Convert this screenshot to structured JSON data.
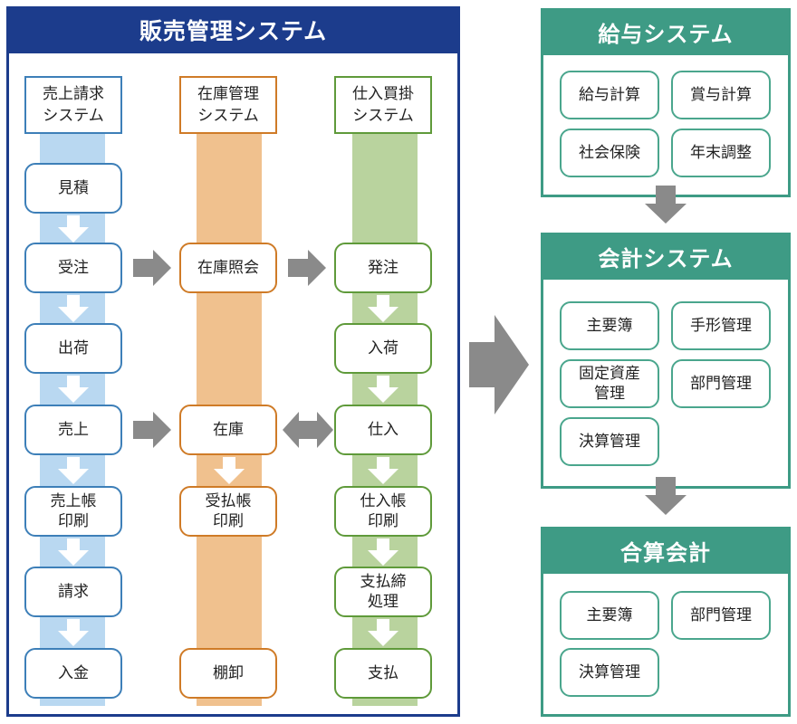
{
  "sales_system": {
    "title": "販売管理システム",
    "billing": {
      "header": "売上請求\nシステム",
      "steps": [
        "見積",
        "受注",
        "出荷",
        "売上",
        "売上帳\n印刷",
        "請求",
        "入金"
      ]
    },
    "inventory": {
      "header": "在庫管理\nシステム",
      "steps": [
        "在庫照会",
        "在庫",
        "受払帳\n印刷",
        "棚卸"
      ]
    },
    "purchasing": {
      "header": "仕入買掛\nシステム",
      "steps": [
        "発注",
        "入荷",
        "仕入",
        "仕入帳\n印刷",
        "支払締\n処理",
        "支払"
      ]
    }
  },
  "payroll_system": {
    "title": "給与システム",
    "modules": [
      "給与計算",
      "賞与計算",
      "社会保険",
      "年末調整"
    ]
  },
  "accounting_system": {
    "title": "会計システム",
    "modules": [
      "主要簿",
      "手形管理",
      "固定資産\n管理",
      "部門管理",
      "決算管理"
    ]
  },
  "consolidated_accounting": {
    "title": "合算会計",
    "modules": [
      "主要簿",
      "部門管理",
      "決算管理"
    ]
  },
  "colors": {
    "sales_frame": "#1c3c8c",
    "system_frame": "#3e9b85",
    "billing_lane": "#b9d8f1",
    "inventory_lane": "#f0c18e",
    "purchasing_lane": "#b9d39e",
    "arrow_gray": "#8a8a8a"
  }
}
